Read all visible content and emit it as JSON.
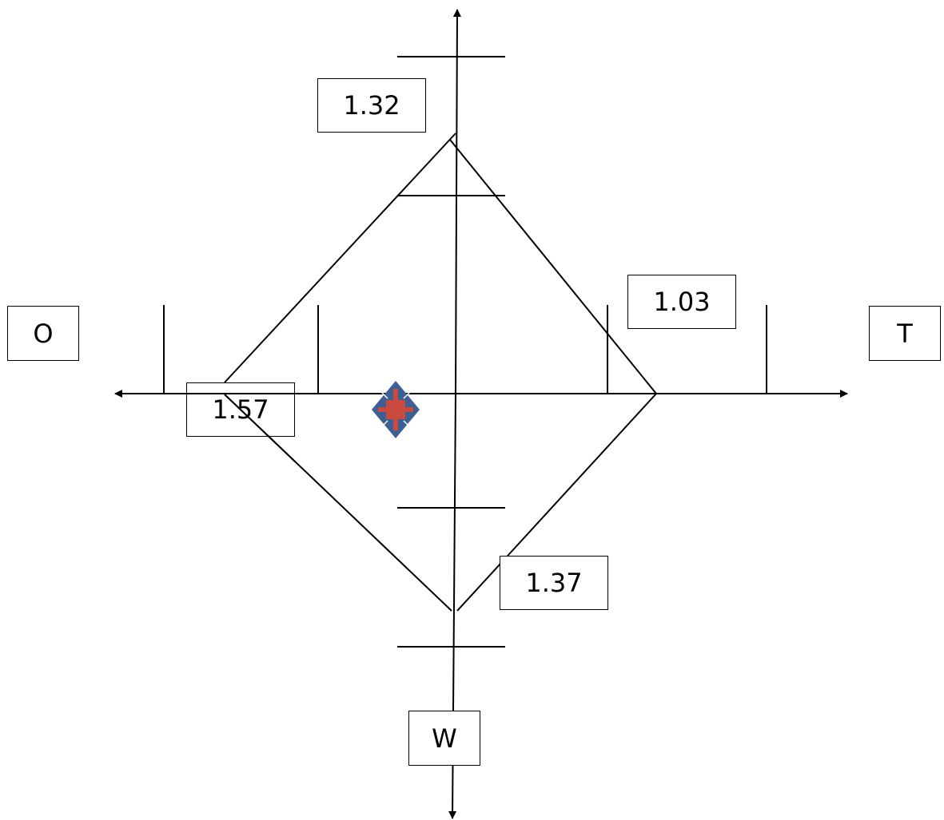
{
  "axes": {
    "left_label": "O",
    "right_label": "T",
    "bottom_label": "W"
  },
  "values": {
    "top": "1.32",
    "right": "1.03",
    "left": "1.57",
    "bottom": "1.37"
  },
  "colors": {
    "line": "#000000",
    "marker_outer": "#3E5F94",
    "marker_inner": "#C94A3E"
  },
  "icons": {
    "marker": "diamond-crosshair-icon"
  }
}
